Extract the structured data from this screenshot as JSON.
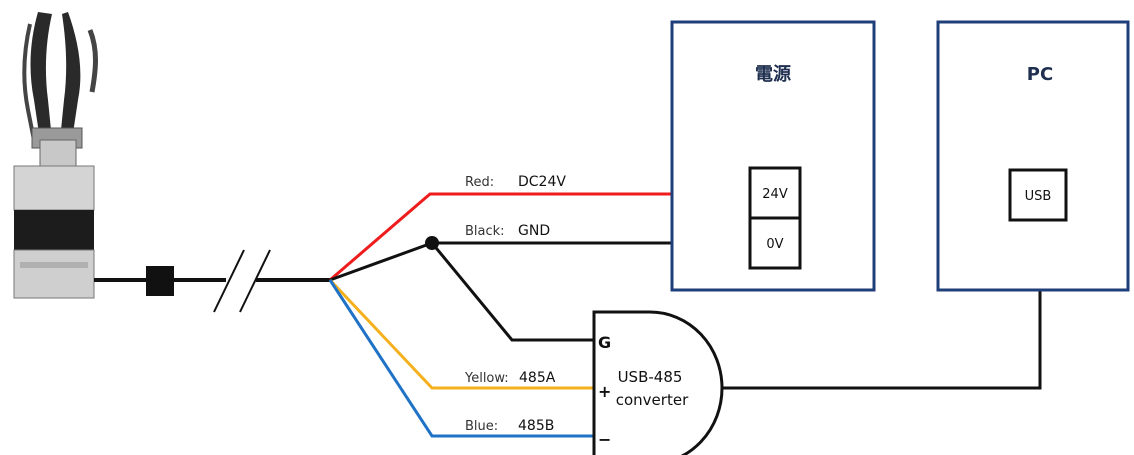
{
  "power_box": {
    "title": "電源",
    "terminals": [
      "24V",
      "0V"
    ]
  },
  "pc_box": {
    "title": "PC",
    "port": "USB"
  },
  "wires": [
    {
      "color_name": "Red:",
      "signal": "DC24V",
      "stroke": "#ee1c1c"
    },
    {
      "color_name": "Black:",
      "signal": "GND",
      "stroke": "#111111"
    },
    {
      "color_name": "Yellow:",
      "signal": "485A",
      "stroke": "#f5b01e"
    },
    {
      "color_name": "Blue:",
      "signal": "485B",
      "stroke": "#1f72c6"
    }
  ],
  "converter": {
    "line1": "USB-485",
    "line2": "converter",
    "pin_g": "G",
    "pin_plus": "+",
    "pin_minus": "−"
  },
  "colors": {
    "box_border": "#1f3f7a",
    "wire_black": "#111111"
  }
}
